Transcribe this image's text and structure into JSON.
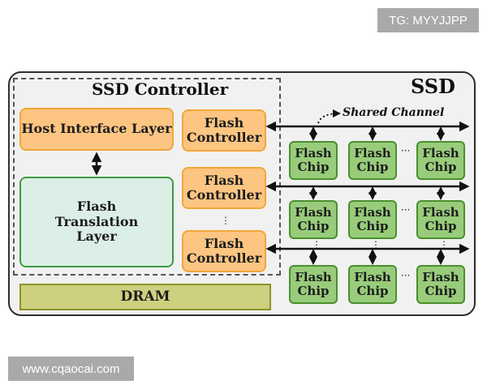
{
  "watermarks": {
    "top": "TG: MYYJJPP",
    "bottom": "www.cqaocai.com"
  },
  "ssd": {
    "title": "SSD"
  },
  "controller": {
    "title": "SSD Controller",
    "host_interface_layer": "Host Interface Layer",
    "ftl": {
      "lines": [
        "Flash",
        "Translation",
        "Layer"
      ]
    },
    "flash_controllers": [
      {
        "lines": [
          "Flash",
          "Controller"
        ]
      },
      {
        "lines": [
          "Flash",
          "Controller"
        ]
      },
      {
        "lines": [
          "Flash",
          "Controller"
        ]
      }
    ]
  },
  "dram": {
    "label": "DRAM"
  },
  "shared_channel": {
    "label": "Shared Channel"
  },
  "chip_rows": [
    {
      "chips": [
        {
          "lines": [
            "Flash",
            "Chip"
          ]
        },
        {
          "lines": [
            "Flash",
            "Chip"
          ]
        },
        {
          "lines": [
            "Flash",
            "Chip"
          ]
        }
      ]
    },
    {
      "chips": [
        {
          "lines": [
            "Flash",
            "Chip"
          ]
        },
        {
          "lines": [
            "Flash",
            "Chip"
          ]
        },
        {
          "lines": [
            "Flash",
            "Chip"
          ]
        }
      ]
    },
    {
      "chips": [
        {
          "lines": [
            "Flash",
            "Chip"
          ]
        },
        {
          "lines": [
            "Flash",
            "Chip"
          ]
        },
        {
          "lines": [
            "Flash",
            "Chip"
          ]
        }
      ]
    }
  ],
  "ellipsis": {
    "vertical": "⋮",
    "horizontal": "···"
  },
  "colors": {
    "controller_fill": "#fdc582",
    "ftl_fill": "#dcefe6",
    "chip_fill": "#98cc7b",
    "dram_fill": "#cdd07e"
  }
}
